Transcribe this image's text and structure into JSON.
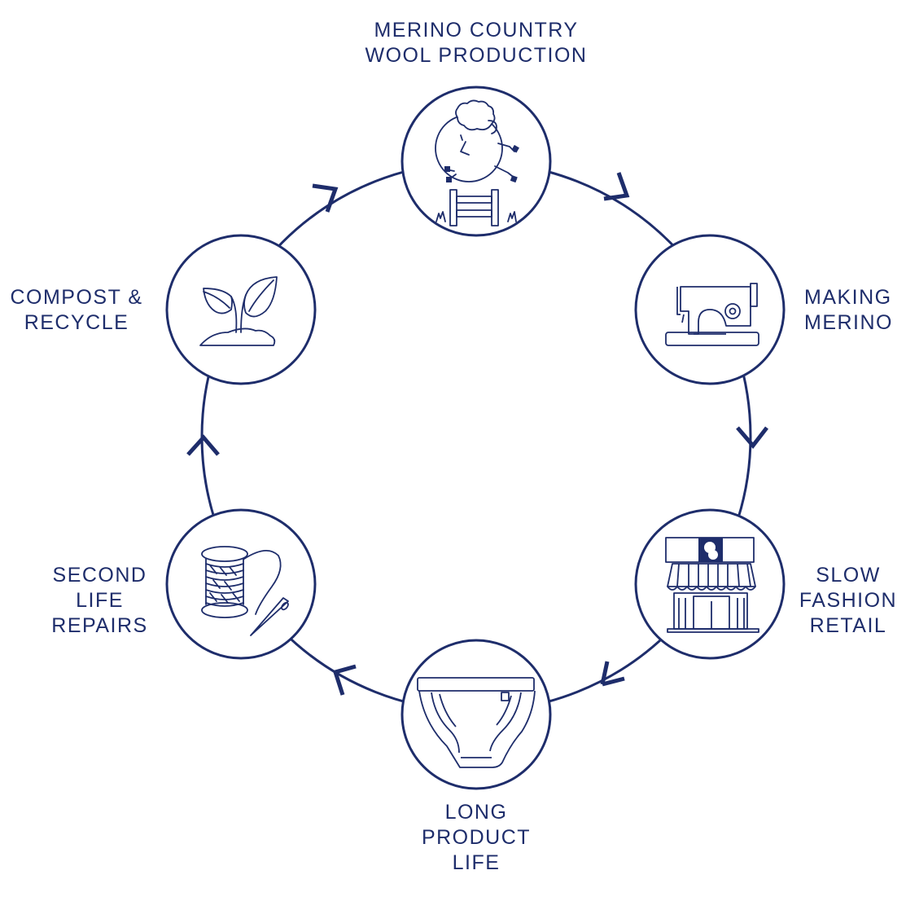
{
  "colors": {
    "ink": "#1e2d6b",
    "background": "#ffffff"
  },
  "stages": [
    {
      "id": "wool",
      "icon": "sheep-jumping-fence-icon",
      "label_lines": [
        "MERINO COUNTRY",
        "WOOL PRODUCTION"
      ]
    },
    {
      "id": "making",
      "icon": "sewing-machine-icon",
      "label_lines": [
        "MAKING",
        "MERINO"
      ]
    },
    {
      "id": "retail",
      "icon": "storefront-icon",
      "label_lines": [
        "SLOW",
        "FASHION",
        "RETAIL"
      ]
    },
    {
      "id": "life",
      "icon": "underwear-brief-icon",
      "label_lines": [
        "LONG",
        "PRODUCT",
        "LIFE"
      ]
    },
    {
      "id": "repairs",
      "icon": "thread-spool-needle-icon",
      "label_lines": [
        "SECOND",
        "LIFE",
        "REPAIRS"
      ]
    },
    {
      "id": "compost",
      "icon": "sprouting-plant-icon",
      "label_lines": [
        "COMPOST &",
        "RECYCLE"
      ]
    }
  ],
  "flow_direction": "clockwise"
}
